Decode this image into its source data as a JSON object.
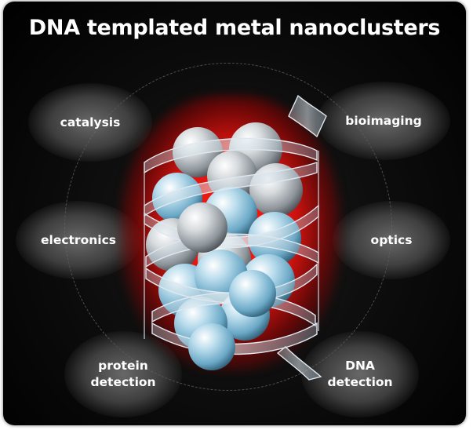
{
  "title": "DNA templated metal nanoclusters",
  "applications": {
    "catalysis": "catalysis",
    "bioimaging": "bioimaging",
    "electronics": "electronics",
    "optics": "optics",
    "protein_detection_line1": "protein",
    "protein_detection_line2": "detection",
    "dna_detection_line1": "DNA",
    "dna_detection_line2": "detection"
  },
  "colors": {
    "background": "#000000",
    "glow": "#e51b12",
    "sphere_silver": "#c8ccd0",
    "sphere_blue": "#8ec3dd",
    "ribbon": "#9fb7c7"
  },
  "icons": [
    "metal-nanocluster-illustration",
    "dna-ribbon-illustration"
  ]
}
